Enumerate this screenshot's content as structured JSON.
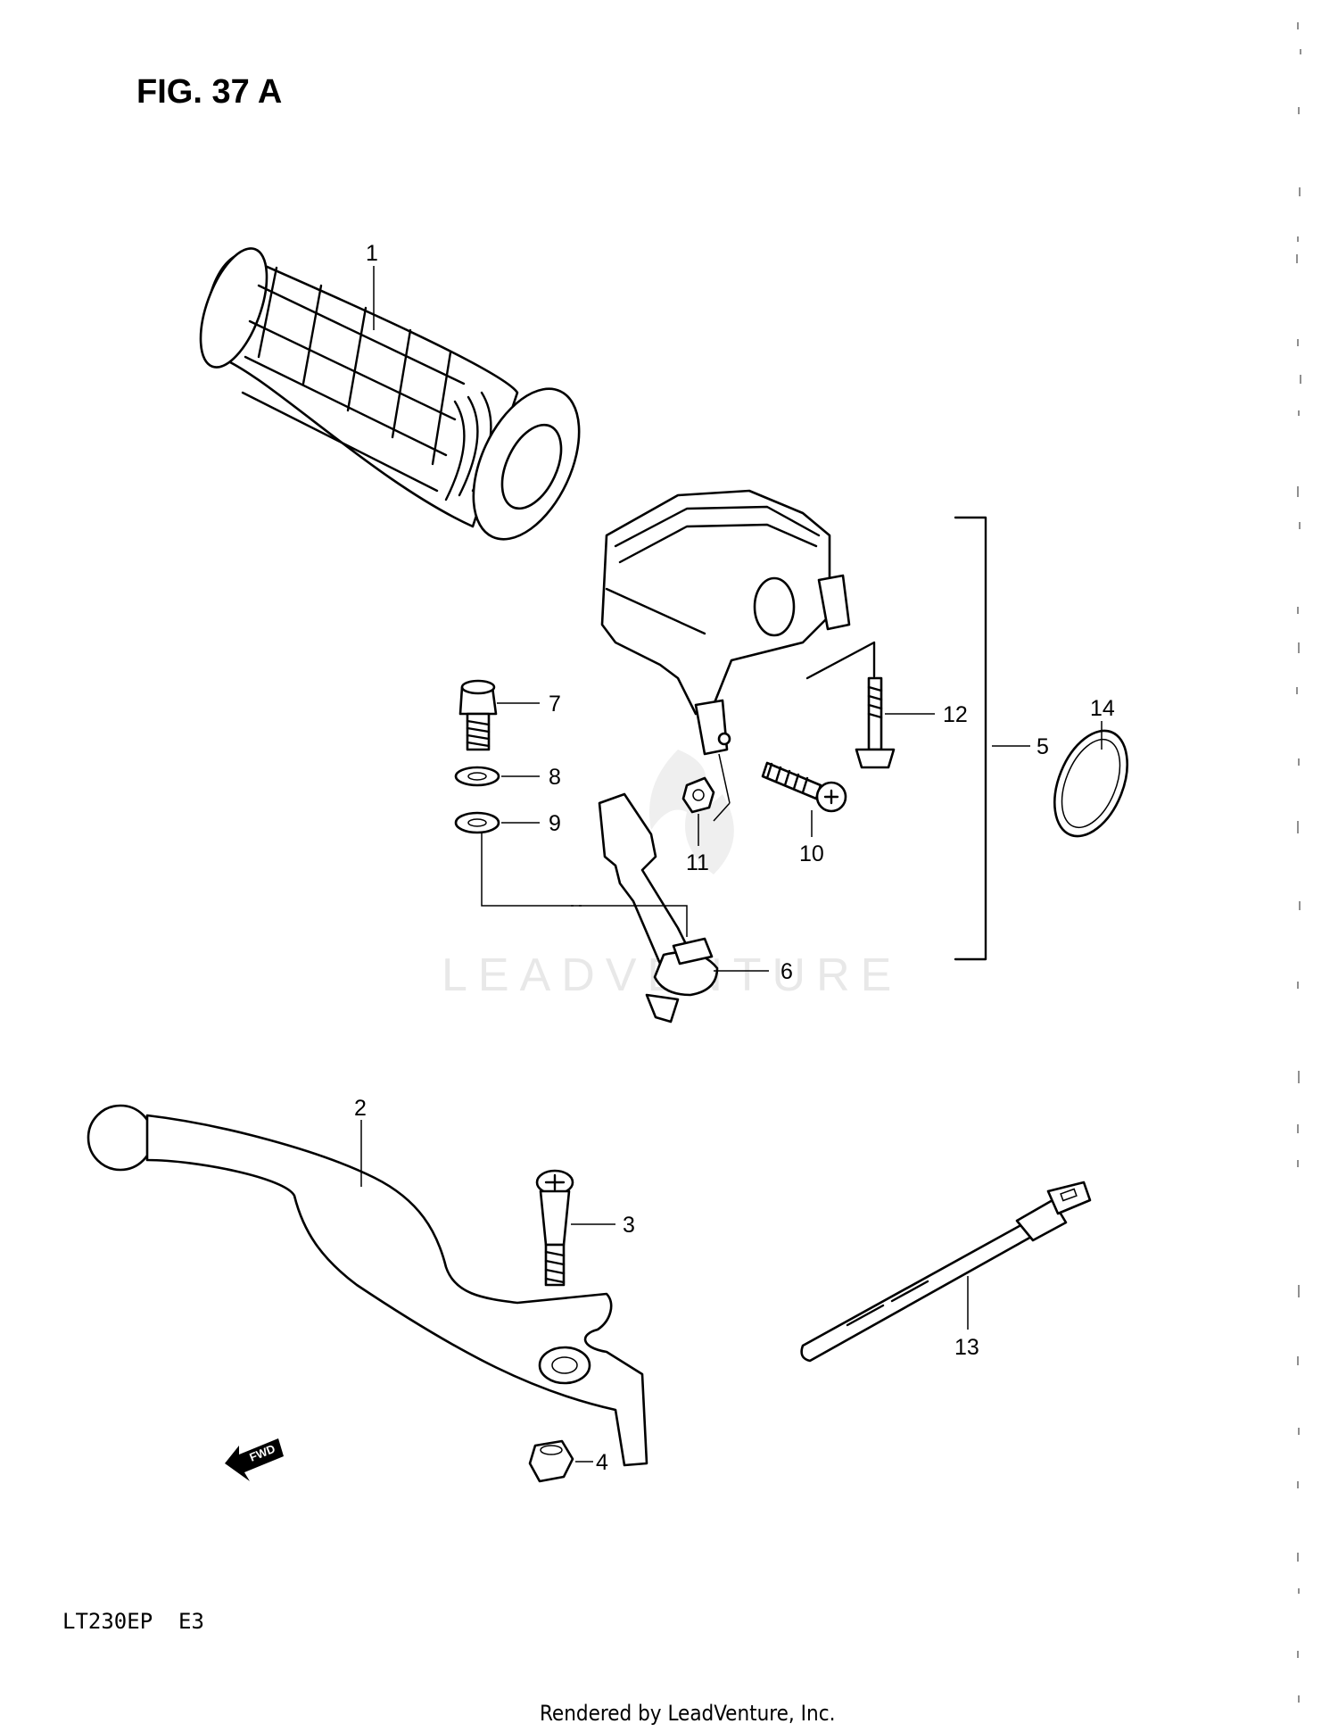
{
  "figure": {
    "title": "FIG. 37 A",
    "model": "LT230EP  E3",
    "footer": "Rendered by LeadVenture, Inc.",
    "watermark": "LEADVENTURE",
    "fwd_label": "FWD"
  },
  "callouts": [
    "1",
    "2",
    "3",
    "4",
    "5",
    "6",
    "7",
    "8",
    "9",
    "10",
    "11",
    "12",
    "13",
    "14"
  ]
}
